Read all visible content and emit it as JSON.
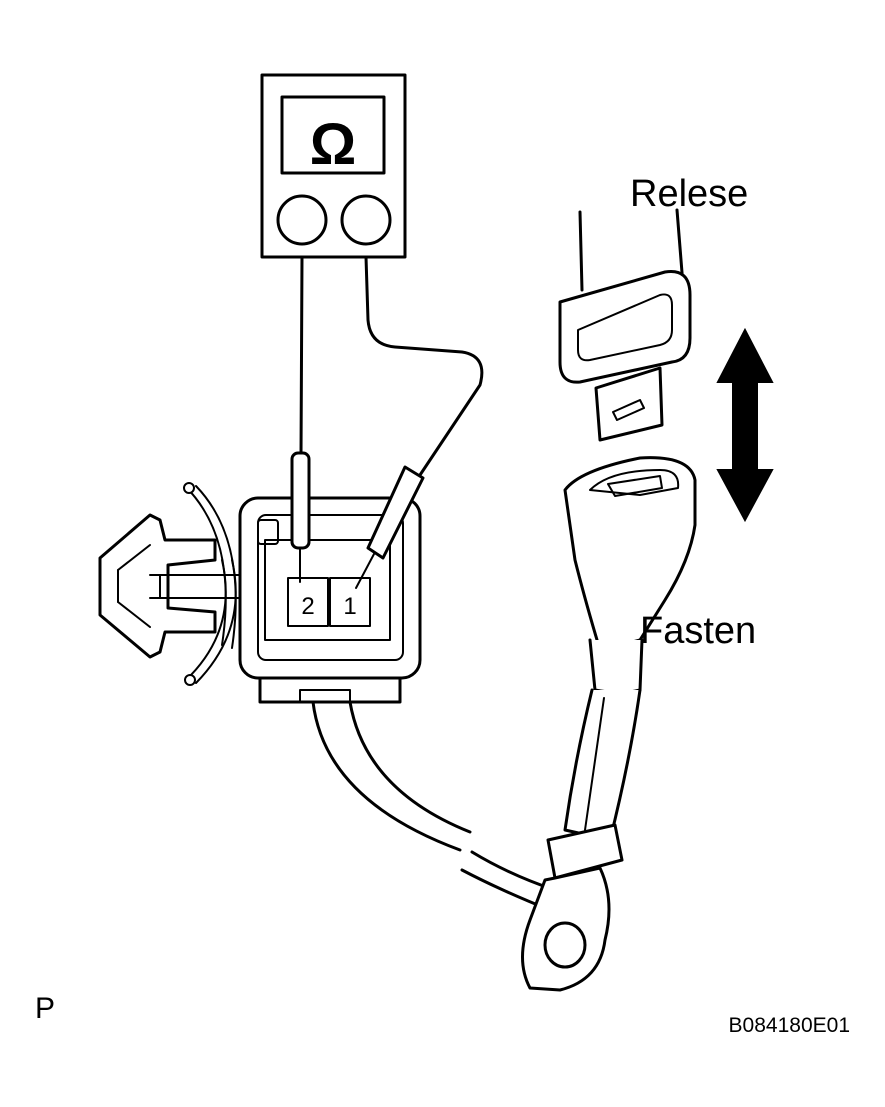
{
  "meter": {
    "symbol": "Ω"
  },
  "connector": {
    "pin_left": "2",
    "pin_right": "1"
  },
  "labels": {
    "release": "Relese",
    "fasten": "Fasten"
  },
  "footer": {
    "corner_mark": "P",
    "figure_code": "B084180E01"
  }
}
